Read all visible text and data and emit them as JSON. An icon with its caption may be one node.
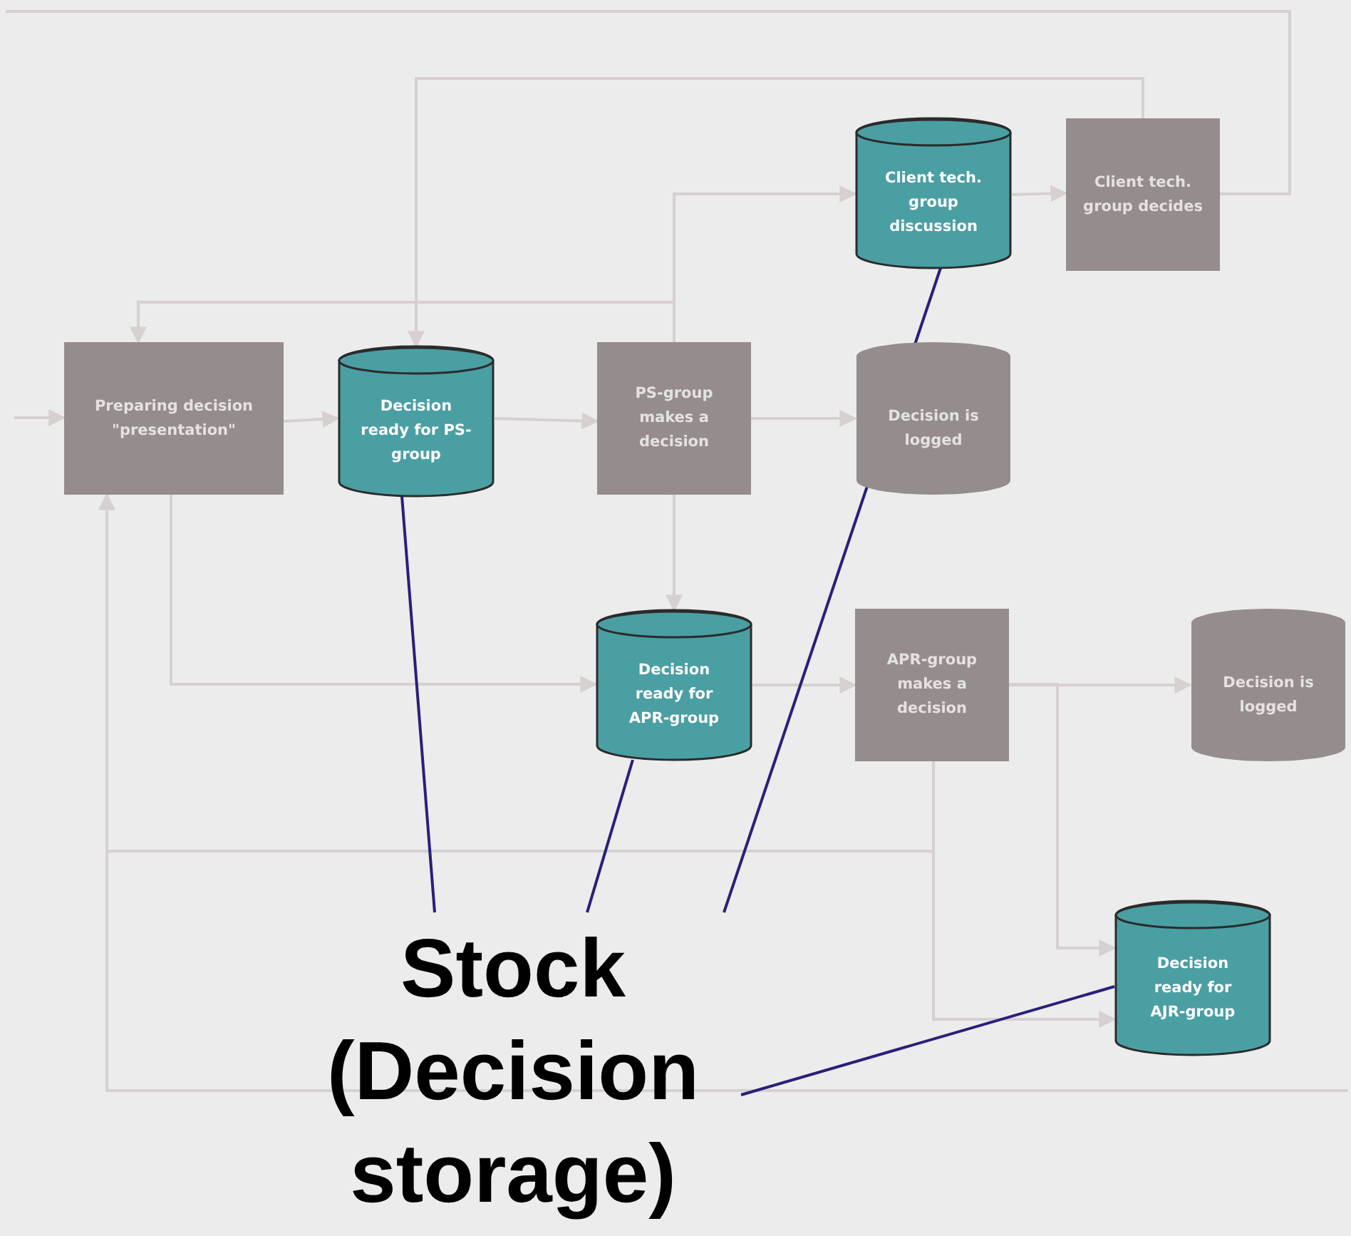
{
  "diagram": {
    "nodes": [
      {
        "text": [
          "Preparing decision \"presentation\""
        ]
      },
      {
        "text": [
          "Decision ready for PS-group"
        ]
      },
      {
        "text": [
          "PS-group makes a decision"
        ]
      },
      {
        "text": [
          "Decision is logged"
        ]
      },
      {
        "text": [
          "Client tech. group discussion"
        ]
      },
      {
        "text": [
          "Client tech. group decides"
        ]
      },
      {
        "text": [
          "Decision ready for APR-group"
        ]
      },
      {
        "text": [
          "APR-group makes a decision"
        ]
      },
      {
        "text": [
          "Decision is logged"
        ]
      },
      {
        "text": [
          "Decision ready for AJR-group"
        ]
      },
      {
        "text": [
          "Stock (Decision storage)"
        ]
      }
    ],
    "edges": [
      {
        "from": null,
        "to": 0,
        "arrow": "to"
      },
      {
        "from": 0,
        "to": 1,
        "arrow": "to"
      },
      {
        "from": 1,
        "to": 2,
        "arrow": "to"
      },
      {
        "from": 2,
        "to": 3,
        "arrow": "to"
      },
      {
        "from": 2,
        "to": 4,
        "arrow": "to"
      },
      {
        "from": 2,
        "to": 0,
        "arrow": "to"
      },
      {
        "from": 4,
        "to": 5,
        "arrow": "to"
      },
      {
        "from": 5,
        "to": 1,
        "arrow": "to"
      },
      {
        "from": 5,
        "to": null,
        "arrow": "none"
      },
      {
        "from": 2,
        "to": 6,
        "arrow": "to"
      },
      {
        "from": 0,
        "to": 6,
        "arrow": "to"
      },
      {
        "from": 6,
        "to": 7,
        "arrow": "to"
      },
      {
        "from": 7,
        "to": 8,
        "arrow": "to"
      },
      {
        "from": 7,
        "to": 9,
        "arrow": "to"
      },
      {
        "from": 7,
        "to": 9,
        "arrow": "to"
      },
      {
        "from": 7,
        "to": 0,
        "arrow": "to"
      },
      {
        "from": null,
        "to": 0,
        "arrow": "to"
      },
      {
        "from": 10,
        "to": 1,
        "arrow": "none",
        "color": "#2a1f7a"
      },
      {
        "from": 10,
        "to": 6,
        "arrow": "none",
        "color": "#2a1f7a"
      },
      {
        "from": 10,
        "to": 4,
        "arrow": "none",
        "color": "#2a1f7a"
      },
      {
        "from": 10,
        "to": 9,
        "arrow": "none",
        "color": "#2a1f7a"
      }
    ]
  }
}
